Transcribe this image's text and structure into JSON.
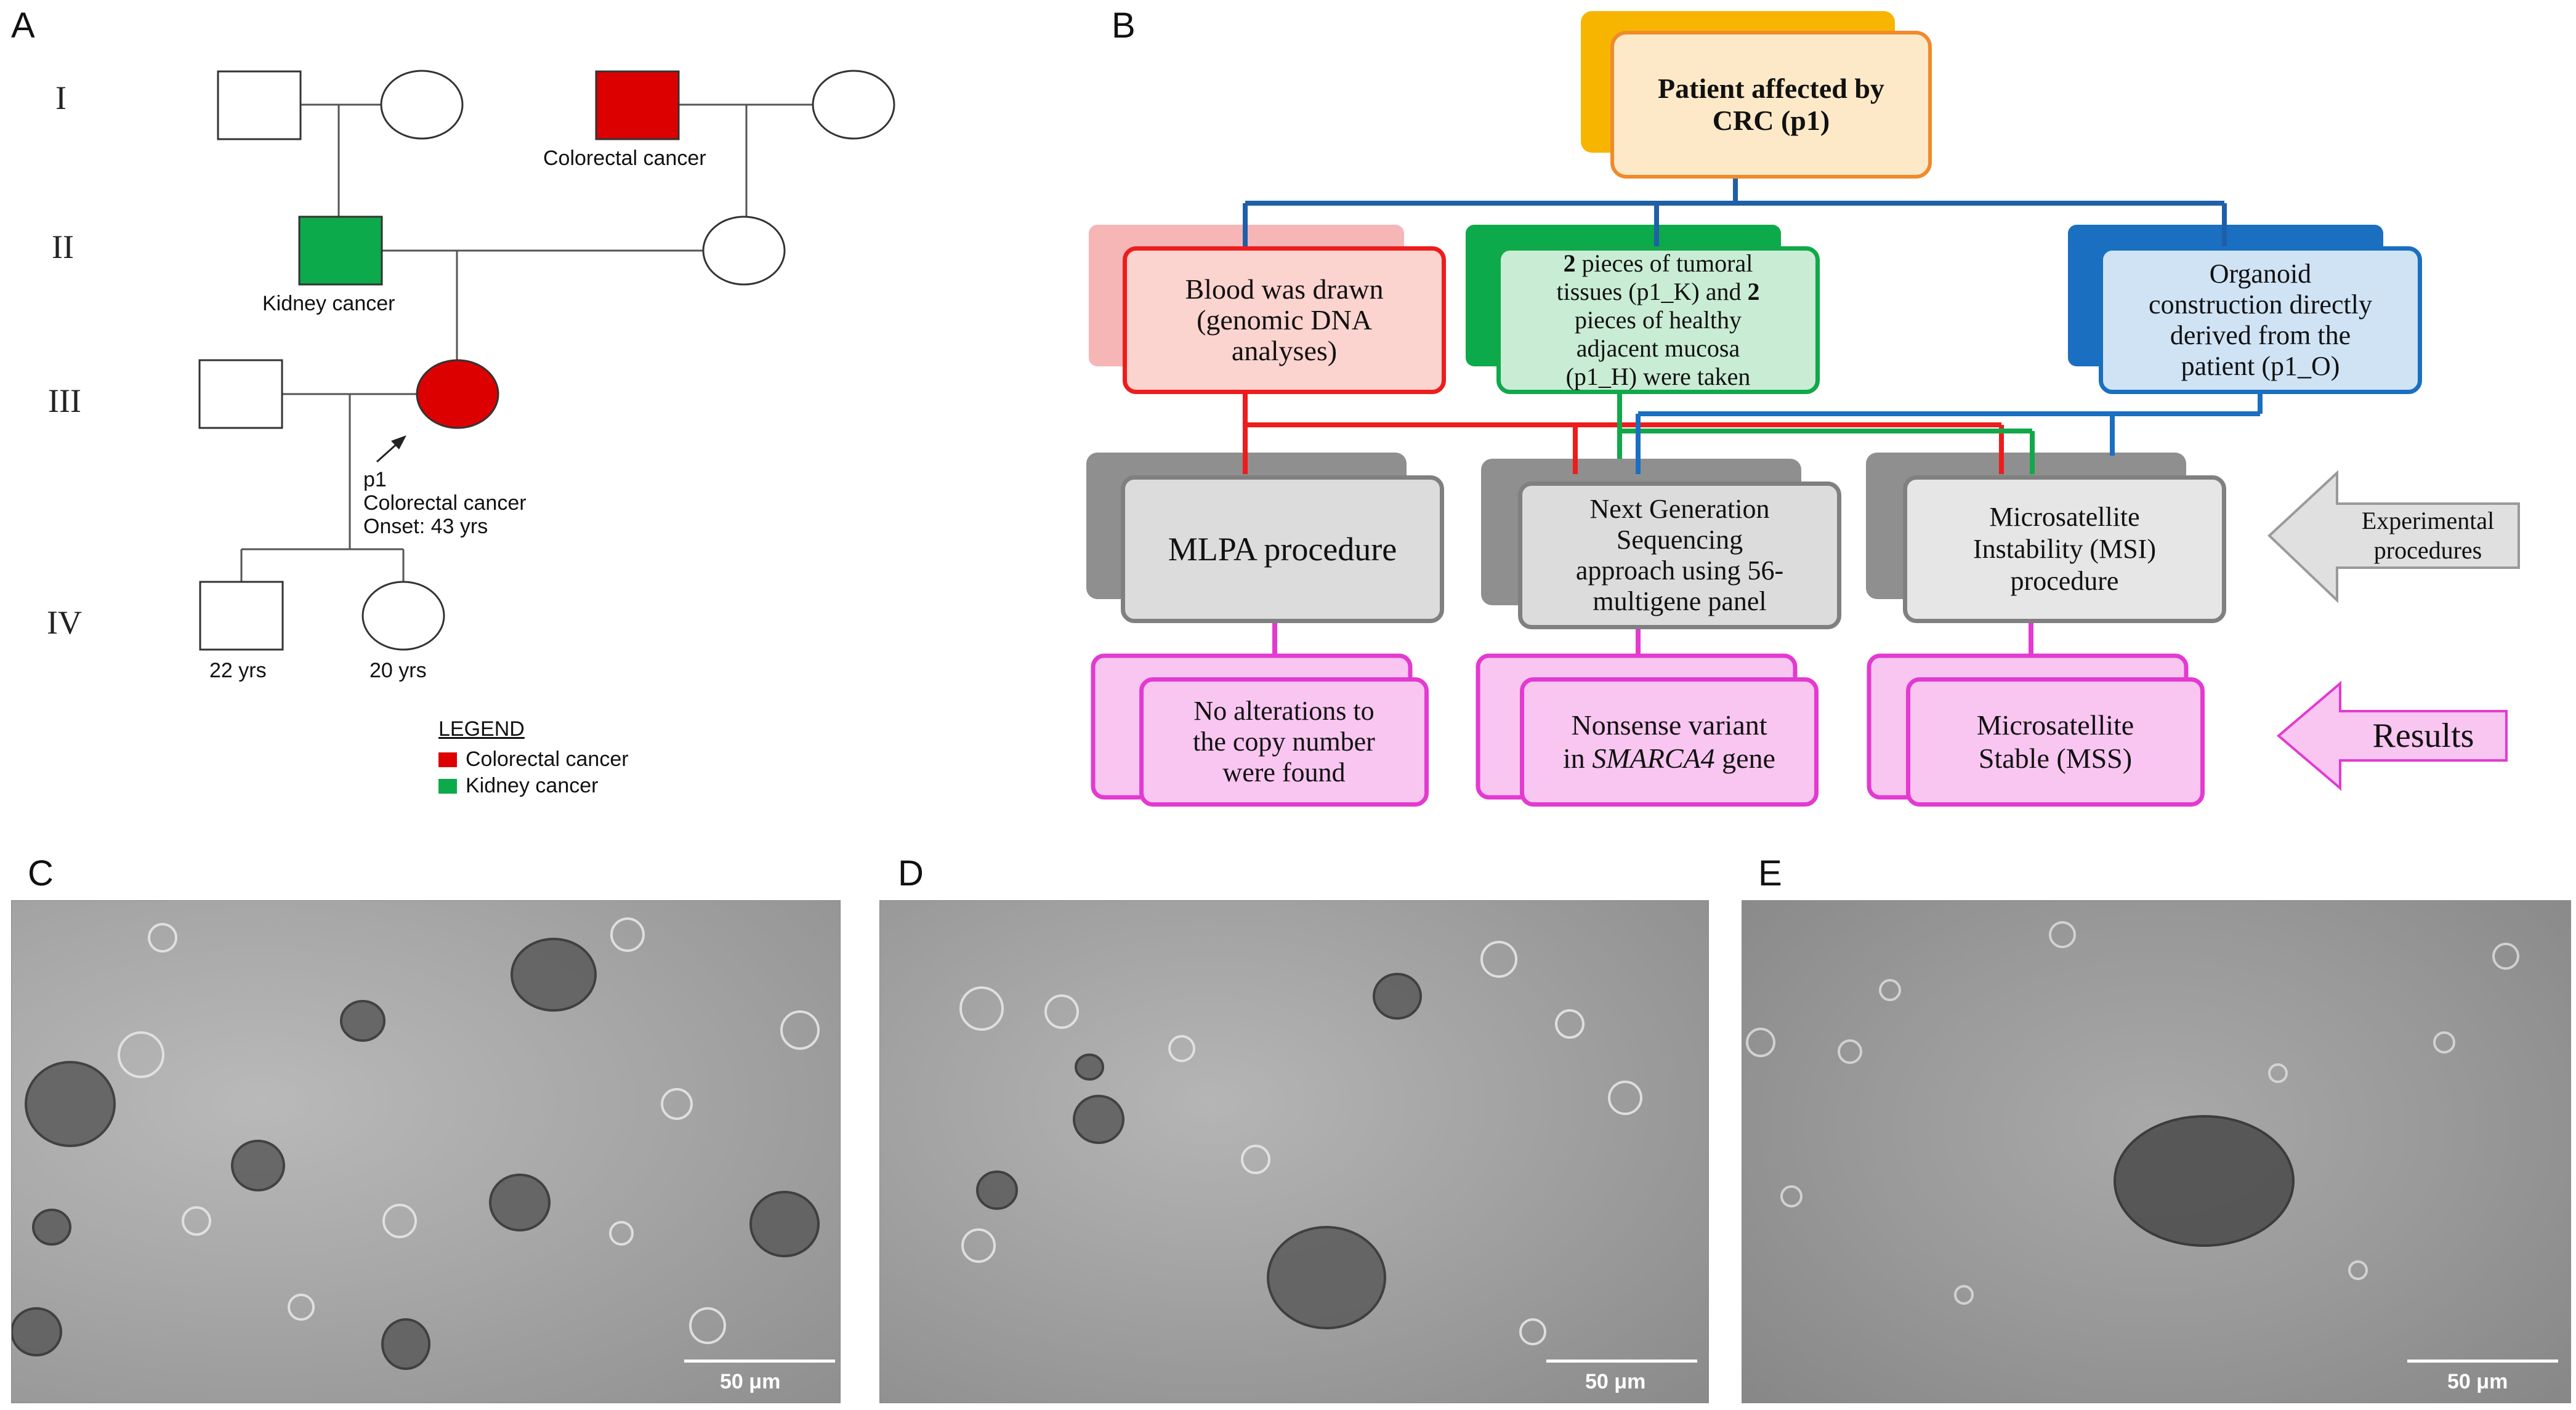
{
  "panels": {
    "a": "A",
    "b": "B",
    "c": "C",
    "d": "D",
    "e": "E"
  },
  "colors": {
    "colorectal": "#dd0000",
    "kidney": "#0caa4a",
    "top_box_fill": "#fde9c8",
    "top_box_border": "#f08a2c",
    "top_box_shadow": "#f7b500",
    "blood_fill": "#fbd3cf",
    "blood_border": "#ee1c1c",
    "tissue_fill": "#c9ecd5",
    "tissue_border": "#11a84a",
    "organoid_fill": "#cfe3f5",
    "organoid_border": "#1a6fc1",
    "proc_fill": "#dcdcdc",
    "proc_border": "#808080",
    "result_fill": "#f8c6f0",
    "result_border": "#e33ad0"
  },
  "pedigree": {
    "generations": [
      "I",
      "II",
      "III",
      "IV"
    ],
    "gen1_right_male_label": "Colorectal cancer",
    "gen2_male_label": "Kidney cancer",
    "proband_id": "p1",
    "proband_condition": "Colorectal cancer",
    "proband_onset": "Onset: 43 yrs",
    "child1_age": "22 yrs",
    "child2_age": "20 yrs",
    "legend": {
      "title": "LEGEND",
      "items": [
        {
          "label": "Colorectal cancer",
          "color": "#dd0000"
        },
        {
          "label": "Kidney cancer",
          "color": "#0caa4a"
        }
      ]
    }
  },
  "flowchart": {
    "top_line1": "Patient affected by",
    "top_line2": "CRC (p1)",
    "blood_line1": "Blood was drawn",
    "blood_line2": "(genomic DNA",
    "blood_line3": "analyses)",
    "tissue_n1": "2",
    "tissue_line1_rest": " pieces of tumoral",
    "tissue_line2a": "tissues (p1_K) and ",
    "tissue_n2": "2",
    "tissue_line3": "pieces of healthy",
    "tissue_line4": "adjacent mucosa",
    "tissue_line5": "(p1_H) were taken",
    "organoid_line1": "Organoid",
    "organoid_line2": "construction directly",
    "organoid_line3": "derived from the",
    "organoid_line4": "patient (p1_O)",
    "mlpa": "MLPA procedure",
    "ngs_line1": "Next Generation",
    "ngs_line2": "Sequencing",
    "ngs_line3": "approach using 56-",
    "ngs_line4": "multigene panel",
    "msi_line1": "Microsatellite",
    "msi_line2": "Instability (MSI)",
    "msi_line3": "procedure",
    "res1_line1": "No alterations to",
    "res1_line2": "the copy number",
    "res1_line3": "were found",
    "res2_line1": "Nonsense variant",
    "res2_line2a": "in ",
    "res2_gene": "SMARCA4",
    "res2_line2b": " gene",
    "res3_line1": "Microsatellite",
    "res3_line2": "Stable (MSS)",
    "exp_arrow_line1": "Experimental",
    "exp_arrow_line2": "procedures",
    "results_arrow": "Results"
  },
  "micrographs": {
    "scale_c": "50 μm",
    "scale_d": "50 μm",
    "scale_e": "50 μm"
  }
}
